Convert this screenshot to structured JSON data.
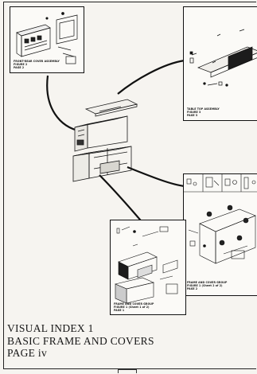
{
  "panels": {
    "front_rear": {
      "caption": [
        "FRONT-REAR COVER ASSEMBLY",
        "FIGURE 2",
        "PAGE 2"
      ],
      "icon": "exploded-view-drawing"
    },
    "table_top": {
      "caption": [
        "TABLE TOP ASSEMBLY",
        "FIGURE 3",
        "PAGE 3"
      ],
      "icon": "exploded-view-drawing"
    },
    "frame_cover_2": {
      "caption": [
        "FRAME AND COVER GROUP",
        "FIGURE 1 (Sheet 2 of 2)",
        "PAGE 2"
      ],
      "icon": "exploded-view-drawing"
    },
    "frame_cover_1": {
      "caption": [
        "FRAME AND COVER GROUP",
        "FIGURE 1 (Sheet 1 of 2)",
        "PAGE 1"
      ],
      "icon": "exploded-view-drawing"
    }
  },
  "center_icon": "basic-frame-isometric-drawing",
  "index": {
    "line1": "VISUAL INDEX 1",
    "line2": "BASIC FRAME AND COVERS",
    "line3": "PAGE iv"
  }
}
